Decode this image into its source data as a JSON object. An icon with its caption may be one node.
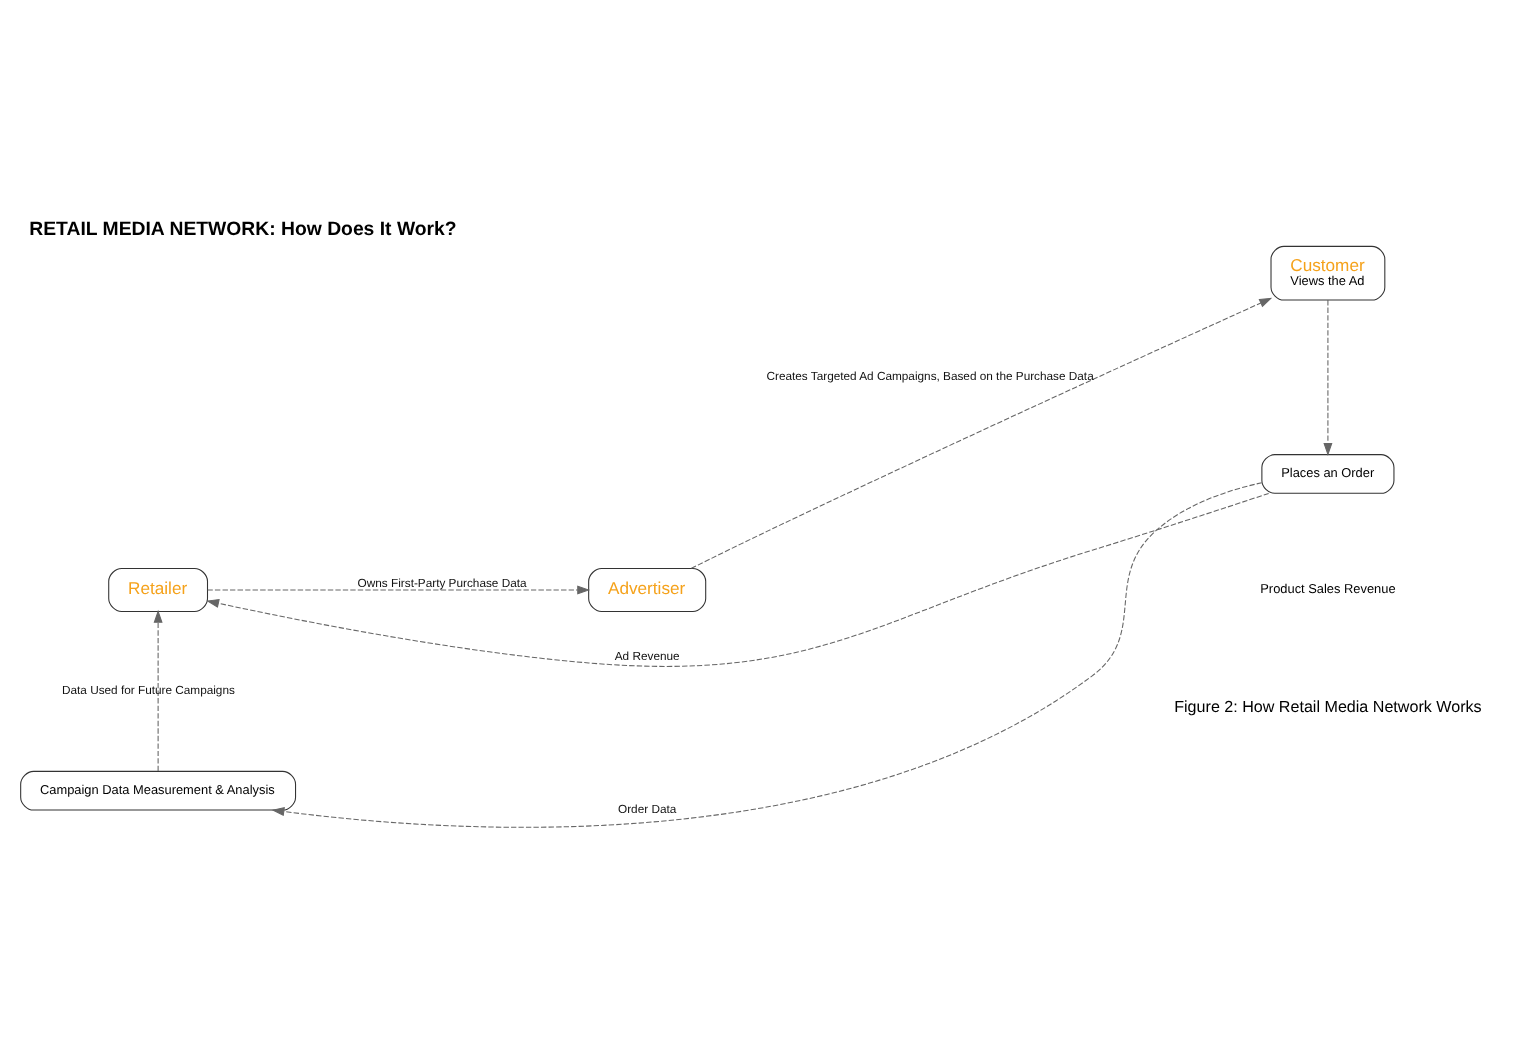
{
  "diagram": {
    "title": "RETAIL MEDIA NETWORK: How Does It Work?",
    "caption": "Figure 2: How Retail Media Network Works",
    "nodes": [
      {
        "text": [
          "Retailer"
        ]
      },
      {
        "text": [
          "Advertiser"
        ]
      },
      {
        "text": [
          "Customer",
          "Views the Ad"
        ]
      },
      {
        "text": [
          "Places an Order"
        ]
      },
      {
        "text": [
          "Campaign Data Measurement & Analysis"
        ]
      }
    ],
    "edges": [
      {
        "from": 0,
        "to": 1,
        "arrow": "to",
        "style": "dashed",
        "label": "Owns First-Party Purchase Data"
      },
      {
        "from": 1,
        "to": 2,
        "arrow": "to",
        "style": "dashed",
        "label": "Creates Targeted Ad Campaigns, Based on the Purchase Data"
      },
      {
        "from": 2,
        "to": 3,
        "arrow": "to",
        "style": "dashed"
      },
      {
        "from": 3,
        "to": 0,
        "arrow": "to",
        "style": "dashed",
        "label": "Ad Revenue"
      },
      {
        "from": 3,
        "to": 4,
        "arrow": "to",
        "style": "dashed",
        "label": "Order Data"
      },
      {
        "from": 4,
        "to": 0,
        "arrow": "to",
        "style": "dashed",
        "label": "Data Used for Future Campaigns"
      }
    ],
    "labels": [
      "Product Sales Revenue"
    ]
  }
}
